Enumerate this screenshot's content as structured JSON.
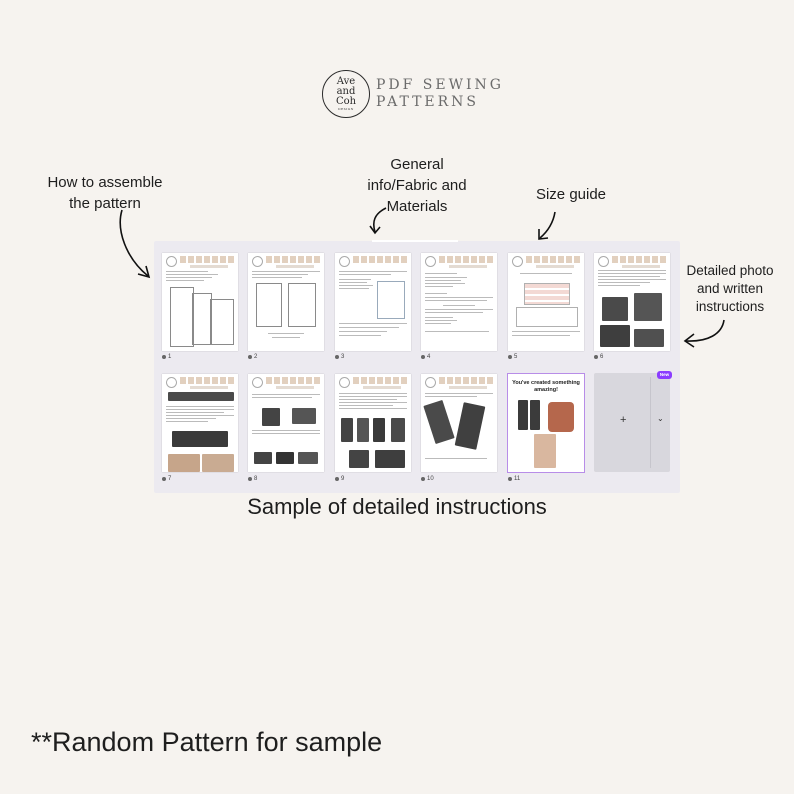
{
  "brand": {
    "logo_line1": "Ave",
    "logo_line2": "and",
    "logo_line3": "Coh",
    "logo_tiny": "DESIGN",
    "title_line1": "PDF SEWING",
    "title_line2": "PATTERNS"
  },
  "labels": {
    "assemble_line1": "How to assemble",
    "assemble_line2": "the pattern",
    "general_line1": "General",
    "general_line2": "info/Fabric and",
    "general_line3": "Materials",
    "size_guide": "Size guide",
    "detailed_line1": "Detailed photo",
    "detailed_line2": "and written",
    "detailed_line3": "instructions"
  },
  "pages": [
    {
      "number": "1"
    },
    {
      "number": "2"
    },
    {
      "number": "3"
    },
    {
      "number": "4"
    },
    {
      "number": "5"
    },
    {
      "number": "6"
    },
    {
      "number": "7"
    },
    {
      "number": "8"
    },
    {
      "number": "9"
    },
    {
      "number": "10"
    },
    {
      "number": "11"
    }
  ],
  "page_headings": {
    "pant_title": "Pant with Cuff Options"
  },
  "page11_text": "You've created something amazing!",
  "add_page": {
    "plus_icon": "+",
    "chevron": "⌄",
    "new_badge": "New"
  },
  "caption": "Sample of detailed instructions",
  "footer": "**Random Pattern for sample",
  "colors": {
    "background": "#f6f3ef",
    "panel": "#eceaf0",
    "selection": "#b88de8",
    "badge": "#8b3dff"
  }
}
